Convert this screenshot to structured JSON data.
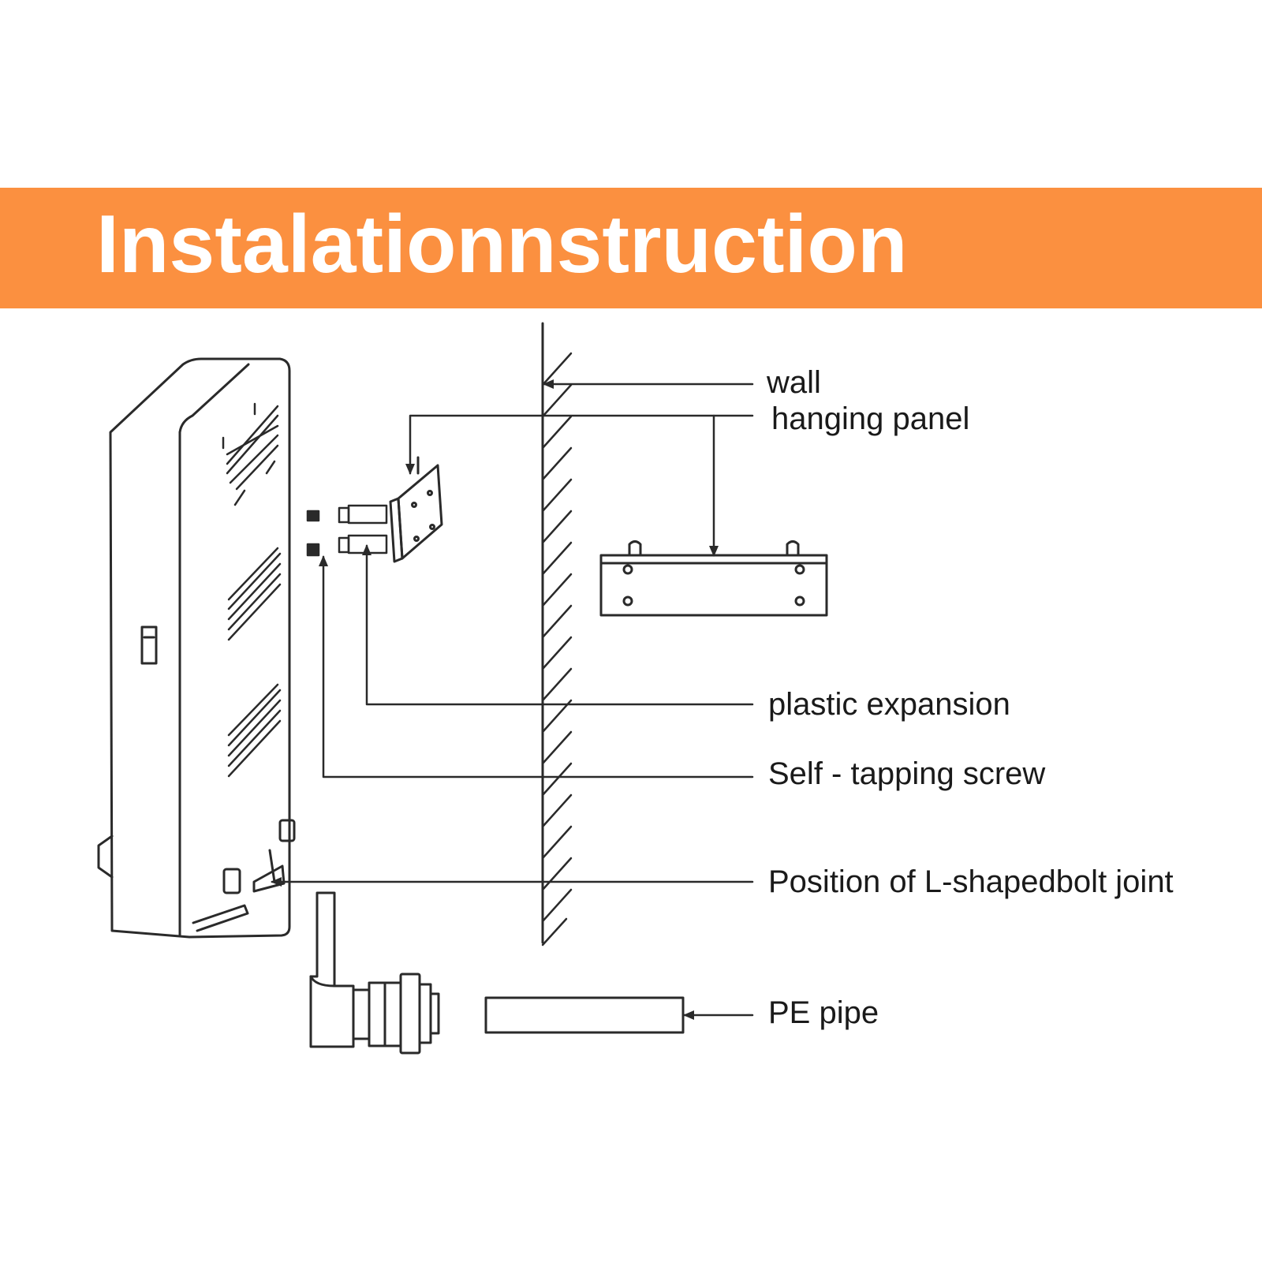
{
  "title": "Instalationnstruction",
  "colors": {
    "banner": "#fb9040",
    "line": "#2a2a2a",
    "text": "#1a1a1a",
    "background": "#ffffff"
  },
  "labels": {
    "wall": "wall",
    "hanging_panel": "hanging panel",
    "plastic_expansion": "plastic expansion",
    "self_tapping_screw": "Self - tapping screw",
    "l_bolt_joint": "Position of L-shapedbolt joint",
    "pe_pipe": "PE pipe"
  }
}
